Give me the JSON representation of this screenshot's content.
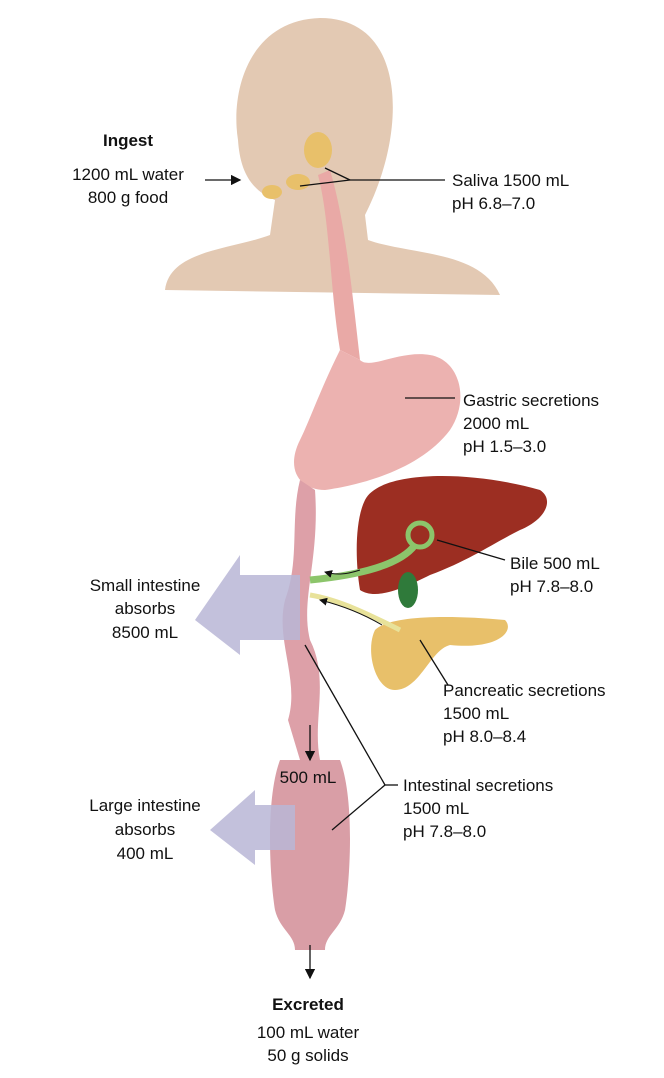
{
  "ingest": {
    "title": "Ingest",
    "line1": "1200 mL water",
    "line2": "800 g food"
  },
  "saliva": {
    "line1": "Saliva 1500 mL",
    "line2": "pH 6.8–7.0"
  },
  "gastric": {
    "line1": "Gastric secretions",
    "line2": "2000 mL",
    "line3": "pH 1.5–3.0"
  },
  "bile": {
    "line1": "Bile 500 mL",
    "line2": "pH 7.8–8.0"
  },
  "pancreatic": {
    "line1": "Pancreatic secretions",
    "line2": "1500 mL",
    "line3": "pH 8.0–8.4"
  },
  "small_intestine": {
    "line1": "Small intestine",
    "line2": "absorbs",
    "line3": "8500 mL"
  },
  "intestinal": {
    "line1": "Intestinal secretions",
    "line2": "1500 mL",
    "line3": "pH 7.8–8.0"
  },
  "colon_inflow": "500 mL",
  "large_intestine": {
    "line1": "Large intestine",
    "line2": "absorbs",
    "line3": "400 mL"
  },
  "excreted": {
    "title": "Excreted",
    "line1": "100 mL water",
    "line2": "50 g solids"
  },
  "colors": {
    "skin": "#e3c9b3",
    "gi": "#e9a9a6",
    "liver": "#9c2e22",
    "pancreas": "#e8c06a",
    "bile": "#8cc56b",
    "absorb": "#b9b6d6"
  }
}
